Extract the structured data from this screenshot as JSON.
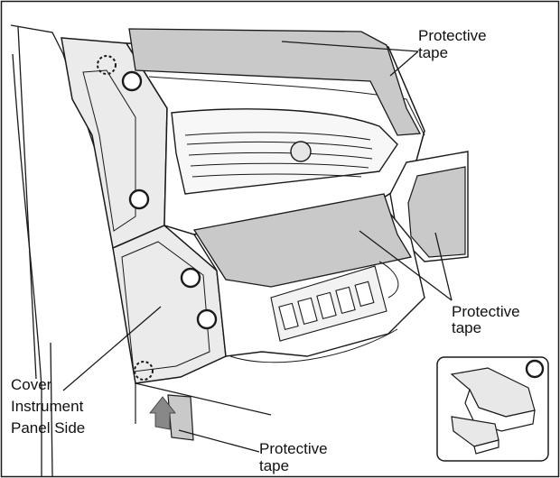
{
  "labels": {
    "tape_top_right": [
      "Protective",
      "tape"
    ],
    "tape_mid_right": [
      "Protective",
      "tape"
    ],
    "tape_bottom": [
      "Protective",
      "tape"
    ],
    "cover": [
      "Cover",
      "Instrument",
      "Panel Side"
    ]
  },
  "colors": {
    "tape_fill": "#c9c9c9",
    "panel_fill": "#ebebeb",
    "line": "#1a1a1a",
    "arrow_fill": "#888888"
  },
  "markers": {
    "solid_circle": "clip-location-marker",
    "dashed_circle": "hidden-clip-marker"
  }
}
